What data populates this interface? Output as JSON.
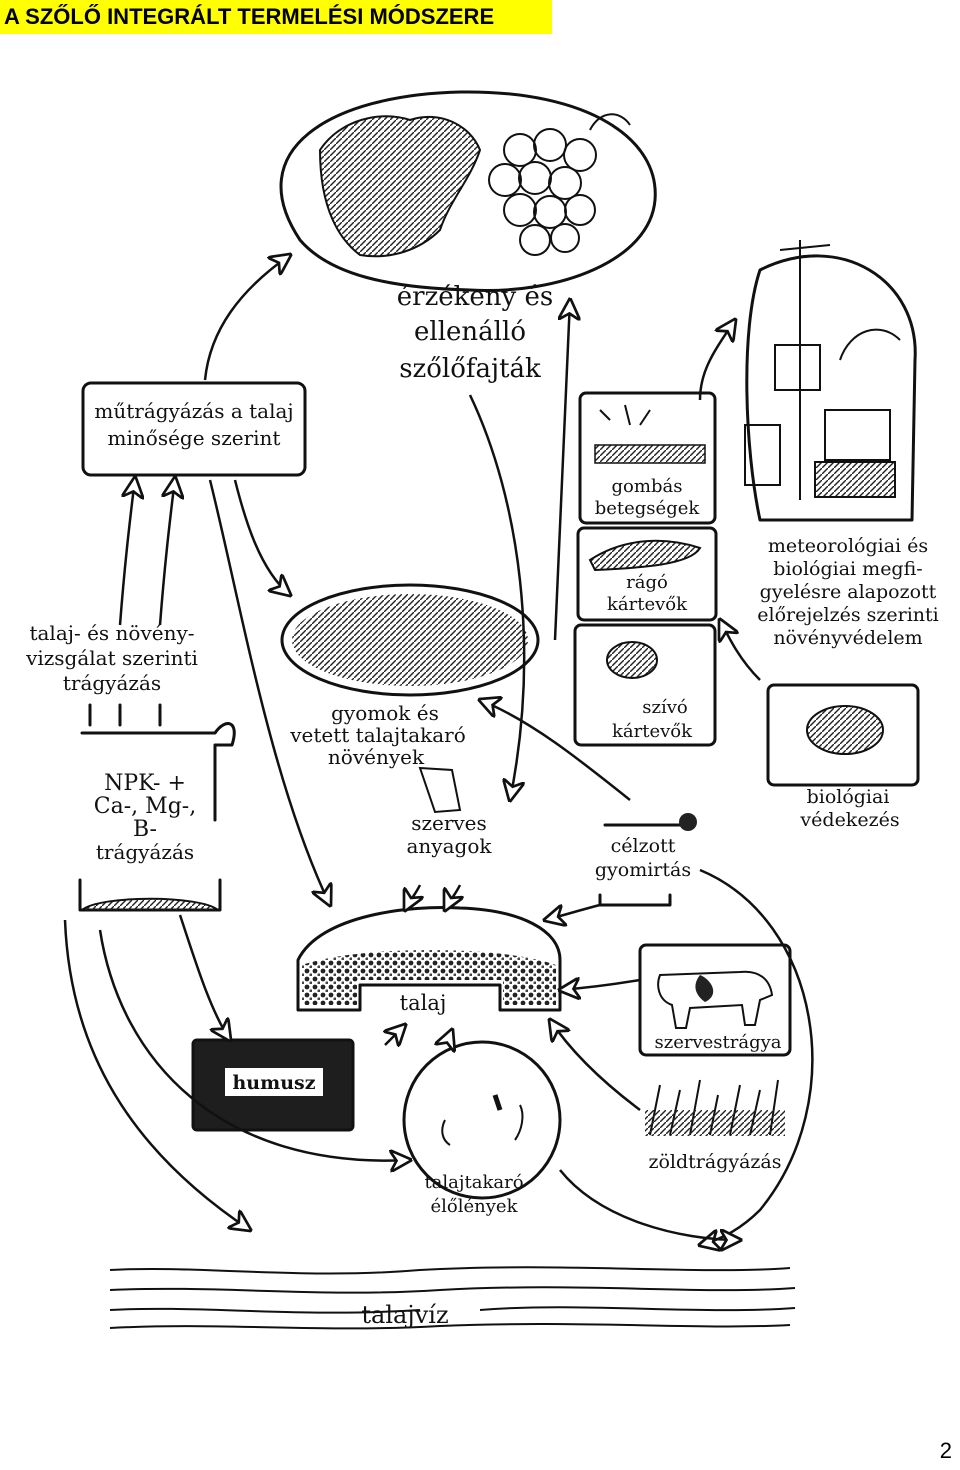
{
  "header": {
    "title": "A SZŐLŐ INTEGRÁLT TERMELÉSI MÓDSZERE"
  },
  "labels": {
    "varieties": [
      "érzékeny és",
      "ellenálló",
      "szőlőfajták"
    ],
    "fertilization_quality": [
      "műtrágyázás a talaj",
      "minősége szerint"
    ],
    "soil_plant_test": [
      "talaj- és növény-",
      "vizsgálat szerinti",
      "trágyázás"
    ],
    "npk": [
      "NPK- +",
      "Ca-, Mg-,",
      "B-",
      "trágyázás"
    ],
    "weeds": [
      "gyomok és",
      "vetett talajtakaró",
      "növények"
    ],
    "fungal": [
      "gombás",
      "betegségek"
    ],
    "chewing": [
      "rágó",
      "kártevők"
    ],
    "sucking": [
      "szívó",
      "kártevők"
    ],
    "meteo": [
      "meteorológiai és",
      "biológiai megfi-",
      "gyelésre alapozott",
      "előrejelzés szerinti",
      "növényvédelem"
    ],
    "bio_protection": [
      "biológiai",
      "védekezés"
    ],
    "organic_matter": [
      "szerves",
      "anyagok"
    ],
    "targeted_weeding": [
      "célzott",
      "gyomirtás"
    ],
    "soil": "talaj",
    "manure": "szervestrágya",
    "humus": "humusz",
    "green_manure": "zöldtrágyázás",
    "soil_organisms": [
      "talajtakaró",
      "élőlények"
    ],
    "groundwater": "talajvíz"
  },
  "footer": {
    "page_number": "2"
  }
}
